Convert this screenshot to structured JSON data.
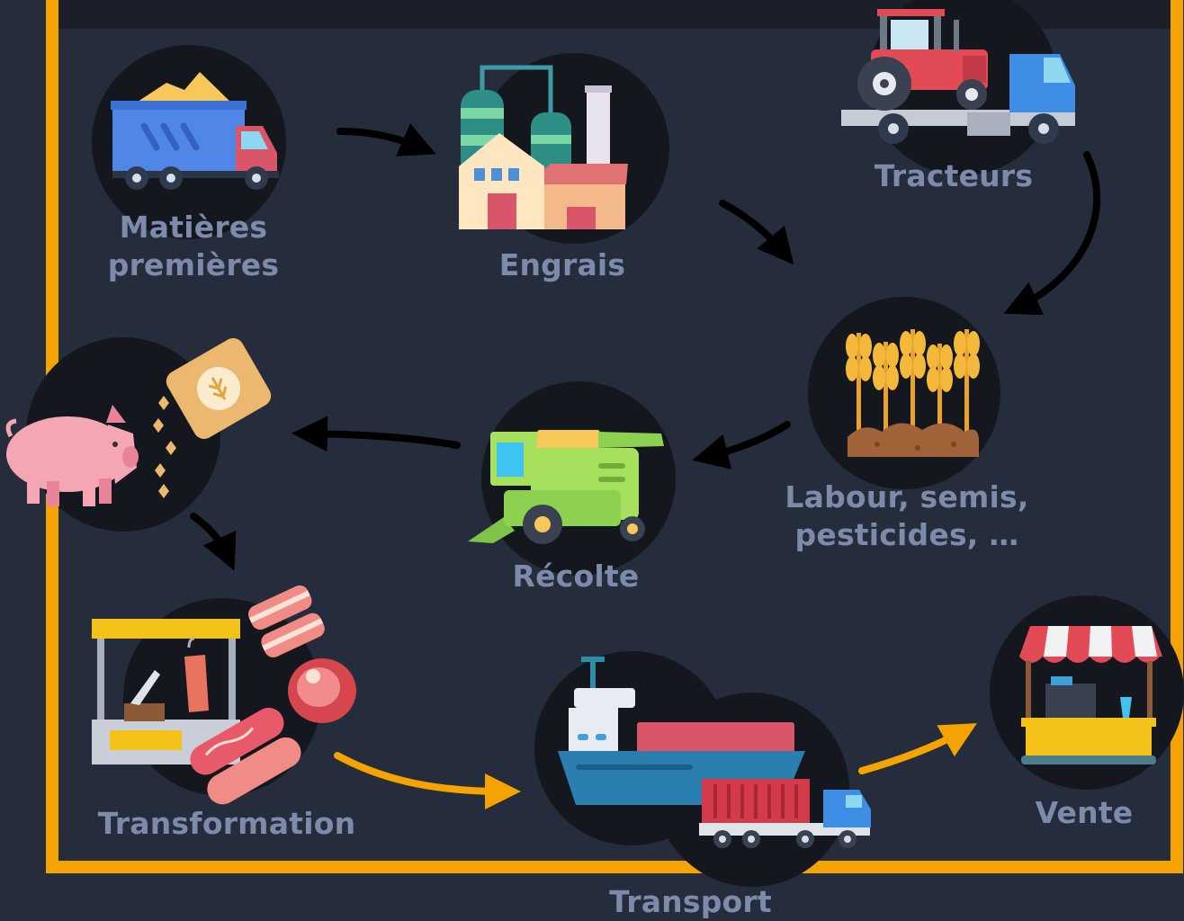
{
  "colors": {
    "background": "#252c3b",
    "frame": "#f5a300",
    "header_bar": "#1a1f29",
    "circle": "#14171e",
    "label": "#7d8bab",
    "arrow_black": "#000000",
    "arrow_orange": "#f5a300"
  },
  "steps": [
    {
      "id": "matieres",
      "lines": [
        "Matières",
        "premières"
      ],
      "icon": "dump-truck-icon"
    },
    {
      "id": "engrais",
      "lines": [
        "Engrais"
      ],
      "icon": "factory-icon"
    },
    {
      "id": "tracteurs",
      "lines": [
        "Tracteurs"
      ],
      "icon": "tractor-on-truck-icon"
    },
    {
      "id": "labour",
      "lines": [
        "Labour, semis,",
        "pesticides, …"
      ],
      "icon": "wheat-field-icon"
    },
    {
      "id": "recolte",
      "lines": [
        "Récolte"
      ],
      "icon": "combine-harvester-icon"
    },
    {
      "id": "elevage",
      "lines": [],
      "icon": "pig-and-feed-sack-icon"
    },
    {
      "id": "transformation",
      "lines": [
        "Transformation"
      ],
      "icon": "butcher-stall-icon"
    },
    {
      "id": "transport",
      "lines": [
        "Transport"
      ],
      "icon": "ship-and-truck-icon"
    },
    {
      "id": "vente",
      "lines": [
        "Vente"
      ],
      "icon": "market-stall-icon"
    }
  ]
}
